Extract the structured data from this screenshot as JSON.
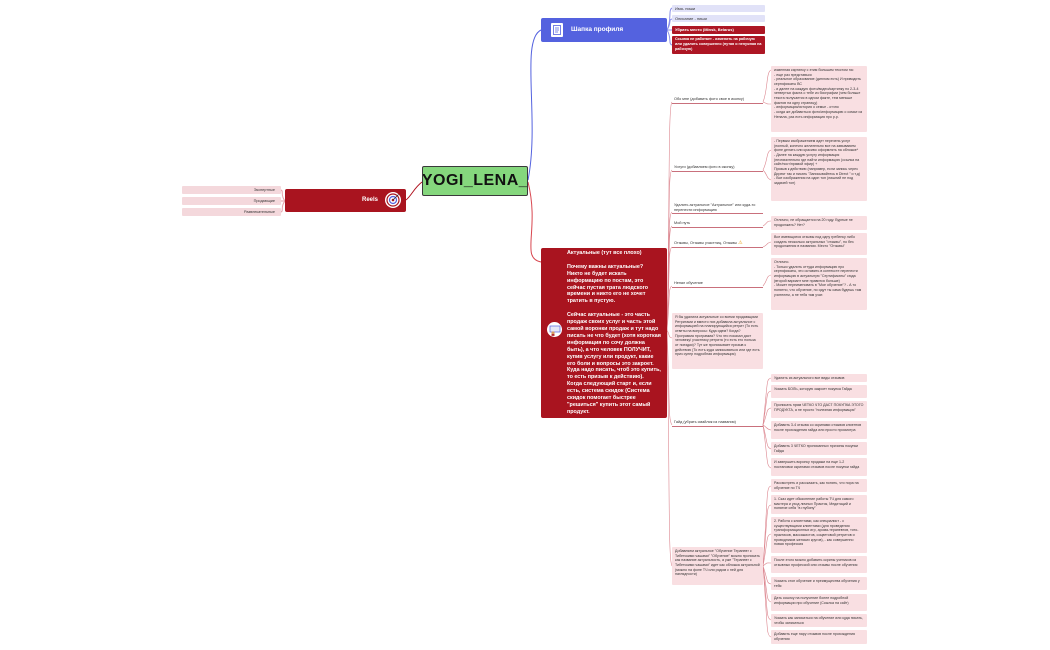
{
  "root": {
    "title": "YOGI_LENA_"
  },
  "profile_header": {
    "label": "Шапка профиля",
    "items": [
      "Имя- ниши",
      "Описание - ниши",
      "Убрать место (Minsk, Belarus)",
      "Ссылка не работает - изменить на рабочую или удалить совершенно (путая и ненужная на рабочую)"
    ]
  },
  "reels": {
    "label": "Reels",
    "items": [
      "Экспертные",
      "Продающие",
      "Развлекательные"
    ]
  },
  "actual": {
    "text": "Актуальные (тут все плохо)\n\nПочему важны актуальные?\nНикто не будет искать информацию по постам, это сейчас пустая трата людского времени и никто его не хочет тратить в пустую.\n\nСейчас актуальные - это часть продаж своих услуг и часть этой самой воронки продаж и тут надо писать не что будет (хотя короткая информация по сочу должна быть), а что человек ПОЛУЧИТ, купив услугу или продукт, какие его боли и вопросы это закроет.\nКуда надо писать, чтоб это купить, то есть призыв к действию).\nКогда следующий старт и, если есть, система скидок (Система скидок помогает быстрее \"решиться\" купить этот самый продукт.",
    "children": [
      {
        "label": "Обо мне (добавить фото свое в иконку)",
        "note": "изменная картинку с этим большим текстом на:\n- еще раз представься\n- реальное образование (диплом есть) И приводить сертификаты ВС\n- и далее на каждую фото/видео/картинку по 2-3-4 четвертых факта о тебе из биографии (чем больше текста получается в одном факте, тем меньше фактов на одну страницу)\n- информация/история о семье - отчно\n- когда же добавиться фото/информацию о сомье из Непала, раз есть информация про р.р."
      },
      {
        "label": "Услуги (добавляем фото в иконку)",
        "note": "- Первым изображением идет перечень услуг (полный, конечно желательно все на завываюем фоне делать или красиво оформлять на обложке*\n- Далее на каждую услугу информация (незначительно где найти информацию (ссылка на сайт/пост/прямой эфир) +\nПризыв к действию (например, если запись через Директ так и писать \"Записывайтесь в Direct \" и т.д)\n- Все изображения на один тон (лишний не под задачей тон)"
      },
      {
        "label": "Удалить актуальное \"Актуальное\" или куда-то перенести информацию"
      },
      {
        "label": "Мой путь",
        "note": "Отлично, не обращается на 20 году. Бурные не продолжать? Нет?"
      },
      {
        "label": "Отзывы, Отзывы участниц, Отзывы",
        "note": "Все имеющиеся отзывы под одну гребенку либо создать несколько актуальных \"отзывы\", но без продолжения в названии. Место \"Отзывы\""
      },
      {
        "label": "Непал обучение",
        "note": "Отлично.\n- Только удалить оттуда информацию про сертификаты, это оставить в контексте перенести информацию в актуальную \"Сертификаты\" сюда (второй вариант мне нравится больше)\n- Может переименовать в \"Мое обучение\"? - А то понятно, что обучение, но идут ты сама будешь там учителем, а не тебя там учат."
      },
      {
        "label": "Я бы удалила актуальные со всеми продающими Ретритами и вместо них добавила актуальное с информацией на планирующийся ретрит (То есть ответы на вопросы: Куда идем? Когда? Программа программа? Что это показал даст человеку/ участнику ретрита (то есть его польза от поездки)? Тут же прописывает призыв к действию (То есть куда записываться или где есть приз супер подробная информация)"
      },
      {
        "label": "Гайд (убрать смайлик из названия)",
        "notes": [
          "Удалить из актуального все виды отзывов",
          "Указать БОЛЬ, которую закроет покупка Гайда",
          "Прописать прям ЧЕТКО ЧТО ДАСТ ПОКУПКА ЭТОГО ПРОДУКТА, а не просто \"полезная информация\"",
          "Добавить 3-4 отзыва со скринами отзывов клиентов после прохождения гайда или просто просмотра",
          "Добавить 3 ЧЕТКО прописанных причины покупки Гайда",
          "И завершить воронку продажи на еще 1-2 постановки скринами отзывов после покупки гайда"
        ]
      },
      {
        "label": "Добавляем актуальное \"Обучение Терапевт с Тибетскими чашами\" \"Обучение\" можно прописать как название актуальность, а уже \"Терапевт с Тибетскими чашами\" идет как обложка актуальной (можно на фоне ТЧ или рядом с ней для наглядности)",
        "notes": [
          "Рассмотреть и рассказать, как понять, что пора на обучение по ТЧ",
          "1. Сказ идет обьяснение работы ТЧ для самого мастера и уход личных Практик, Медитаций и понятие себя \"в глубину\"",
          "2. Работа с клиентами, как специалист - с существующими клиентами (для проведения трансформационных игр, арома-терапевтов, тото-практиков, массажистов, соцветовой ретритов и проводников женских кругов), - как совершенно новая профессия",
          "После этого можно добавить скрины учеников из отзывных профессий или отзывы после обучения",
          "Указать стоп обучение и преимущества обучения у тебя",
          "Дать ссылку на получение более подробной информации про обучение (Ссылка на сайт)",
          "Указать как записаться на обучение или куда писать, чтобы записаться",
          "Добавить еще пару отзывов после прохождения обучения"
        ]
      }
    ]
  },
  "colors": {
    "root": "#85d77d",
    "blue": "#5462df",
    "red": "#a9141f",
    "pink_leaf": "#f9dfe2",
    "lilac_leaf": "#e1e2f8"
  }
}
